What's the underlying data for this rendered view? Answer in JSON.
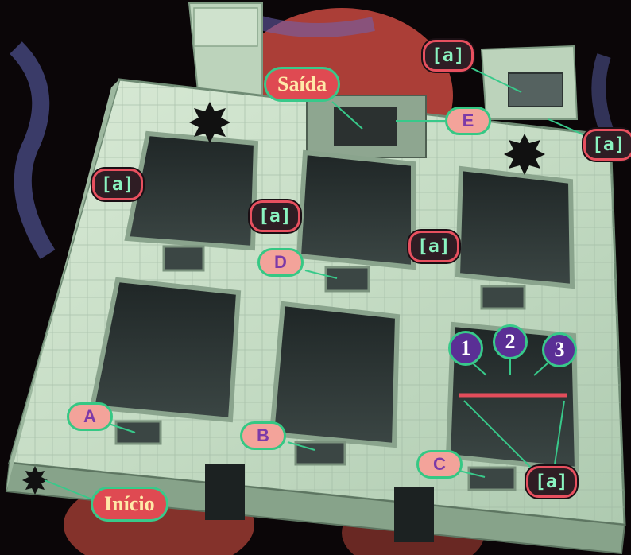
{
  "image": {
    "description_free": true
  },
  "callouts": {
    "start": "Início",
    "exit": "Saída",
    "letters": [
      "A",
      "B",
      "C",
      "D",
      "E"
    ],
    "numbers": [
      "1",
      "2",
      "3"
    ],
    "tag": "[a]"
  },
  "colors": {
    "floor": "#c5dcc4",
    "wall": "#a9c4ad",
    "pit": "#2a3131",
    "tag_text": "#8af3c0",
    "tag_border": "#e8505f",
    "letter_fill": "#f3a39a",
    "label_fill": "#df4a52",
    "number_fill": "#5a2f95",
    "leader_line": "#38c98a",
    "switch_bar": "#e34d5b"
  }
}
